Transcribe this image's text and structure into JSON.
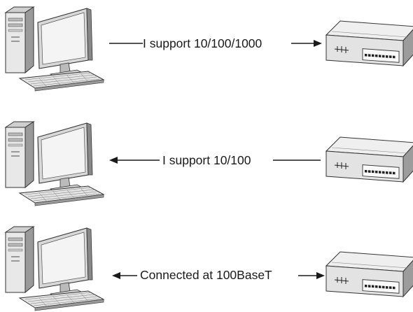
{
  "rows": [
    {
      "label": "I support 10/100/1000",
      "direction": "right"
    },
    {
      "label": "I support 10/100",
      "direction": "left"
    },
    {
      "label": "Connected at 100BaseT",
      "direction": "both"
    }
  ]
}
